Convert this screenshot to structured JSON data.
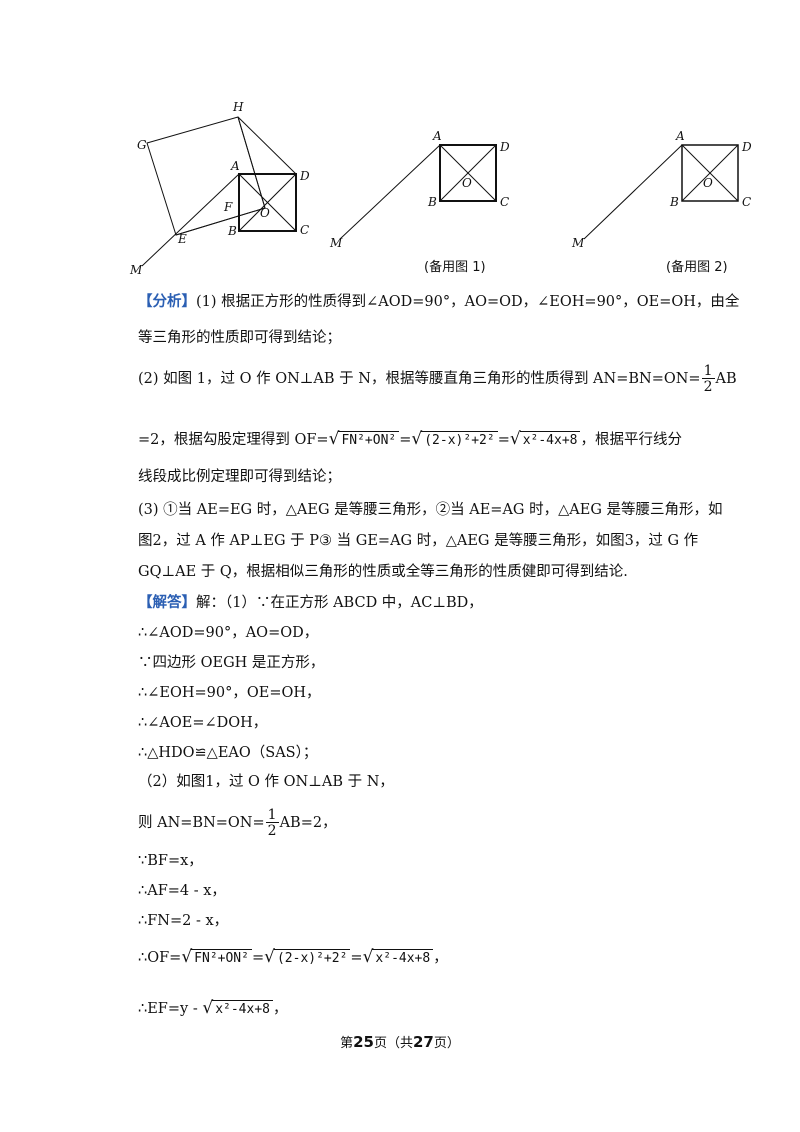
{
  "figures": {
    "fig1_labels": {
      "G": "G",
      "H": "H",
      "A": "A",
      "D": "D",
      "F": "F",
      "O": "O",
      "E": "E",
      "B": "B",
      "C": "C",
      "M": "M"
    },
    "fig2_labels": {
      "A": "A",
      "D": "D",
      "O": "O",
      "B": "B",
      "C": "C",
      "M": "M"
    },
    "fig2_caption": "(备用图 1)",
    "fig3_labels": {
      "A": "A",
      "D": "D",
      "O": "O",
      "B": "B",
      "C": "C",
      "M": "M"
    },
    "fig3_caption": "(备用图 2)"
  },
  "analysis": {
    "tag": "【分析】",
    "l1": "(1) 根据正方形的性质得到∠AOD=90°，AO=OD，∠EOH=90°，OE=OH，由全",
    "l2": "等三角形的性质即可得到结论；",
    "l3a": "(2) 如图 1，过 O 作 ON⊥AB 于 N，根据等腰直角三角形的性质得到 AN=BN=ON=",
    "frac_num": "1",
    "frac_den": "2",
    "l3b": "AB",
    "l4a": "=2，根据勾股定理得到 OF=",
    "r1": "FN²+ON²",
    "eq": "=",
    "r2": "(2-x)²+2²",
    "r3": "x²-4x+8",
    "l4b": "，根据平行线分",
    "l5": "线段成比例定理即可得到结论；",
    "l6": "(3) ①当 AE=EG 时，△AEG 是等腰三角形，②当 AE=AG 时，△AEG 是等腰三角形，如",
    "l7": "图2，过 A 作 AP⊥EG 于 P③ 当 GE=AG 时，△AEG 是等腰三角形，如图3，过 G 作",
    "l8": "GQ⊥AE 于 Q，根据相似三角形的性质或全等三角形的性质健即可得到结论."
  },
  "solution": {
    "tag": "【解答】",
    "s1": "解：（1）∵在正方形 ABCD 中，AC⊥BD，",
    "s2": "∴∠AOD=90°，AO=OD，",
    "s3": "∵四边形 OEGH 是正方形，",
    "s4": "∴∠EOH=90°，OE=OH，",
    "s5": "∴∠AOE=∠DOH，",
    "s6": "∴△HDO≌△EAO（SAS）；",
    "s7": "（2）如图1，过 O 作 ON⊥AB 于 N，",
    "s8a": "则 AN=BN=ON=",
    "s8b": "AB=2，",
    "s9": "∵BF=x，",
    "s10": "∴AF=4 - x，",
    "s11": "∴FN=2 - x，",
    "s12a": "∴OF=",
    "s12b": "，",
    "s13a": "∴EF=y - ",
    "s13b": "，"
  },
  "footer": {
    "prefix": "第",
    "page": "25",
    "mid": "页（共",
    "total": "27",
    "suffix": "页）"
  }
}
